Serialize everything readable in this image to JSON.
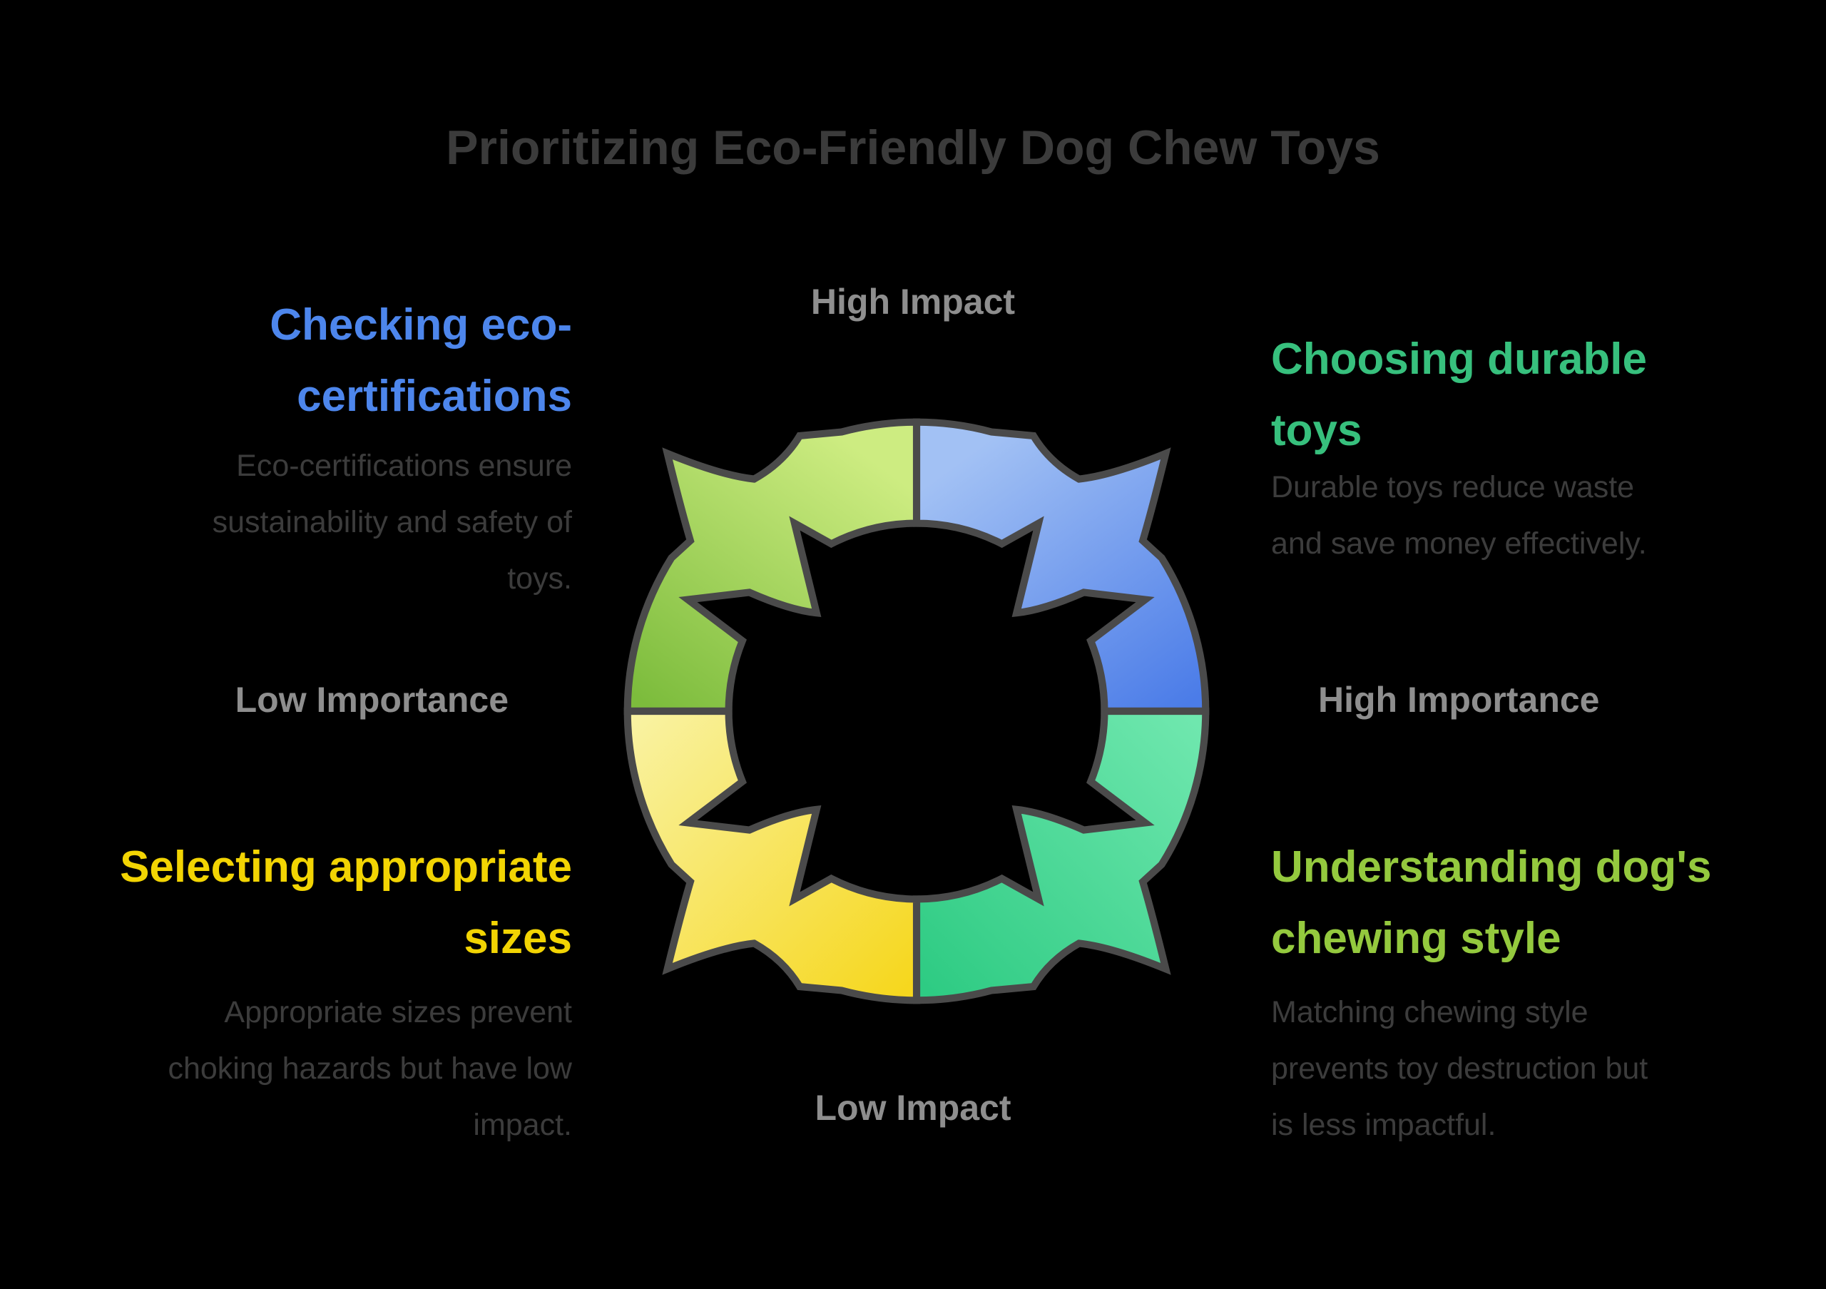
{
  "title": "Prioritizing Eco-Friendly Dog Chew Toys",
  "axis_labels": {
    "top": "High Impact",
    "bottom": "Low Impact",
    "left": "Low Importance",
    "right": "High Importance"
  },
  "quadrants": {
    "top_left": {
      "heading": "Checking eco-\ncertifications",
      "body": "Eco-certifications ensure\nsustainability and safety of\ntoys.",
      "accent": "#4d86ec"
    },
    "top_right": {
      "heading": "Choosing durable\ntoys",
      "body": "Durable toys reduce waste\nand save money effectively.",
      "accent": "#37c07d"
    },
    "bottom_left": {
      "heading": "Selecting appropriate\nsizes",
      "body": "Appropriate sizes prevent\nchoking hazards but have low\nimpact.",
      "accent": "#f2d403"
    },
    "bottom_right": {
      "heading": "Understanding dog's\nchewing style",
      "body": "Matching chewing style\nprevents toy destruction but\nis less impactful.",
      "accent": "#94c93e"
    }
  },
  "cycle": {
    "outline": "#4a4a4a",
    "segments": [
      {
        "name": "top-right-arrow",
        "light": "#a2c1f4",
        "dark": "#4b7ce8"
      },
      {
        "name": "top-left-arrow",
        "light": "#cdec81",
        "dark": "#7cbc3c"
      },
      {
        "name": "bottom-right-arrow",
        "light": "#6fe7ae",
        "dark": "#2ecb83"
      },
      {
        "name": "bottom-left-arrow",
        "light": "#f9f2a0",
        "dark": "#f6d71e"
      }
    ]
  },
  "colors": {
    "background": "#000000",
    "title_text": "#3b3b3b",
    "body_text": "#3c3c3c",
    "axis_text": "#8e8e8e"
  }
}
